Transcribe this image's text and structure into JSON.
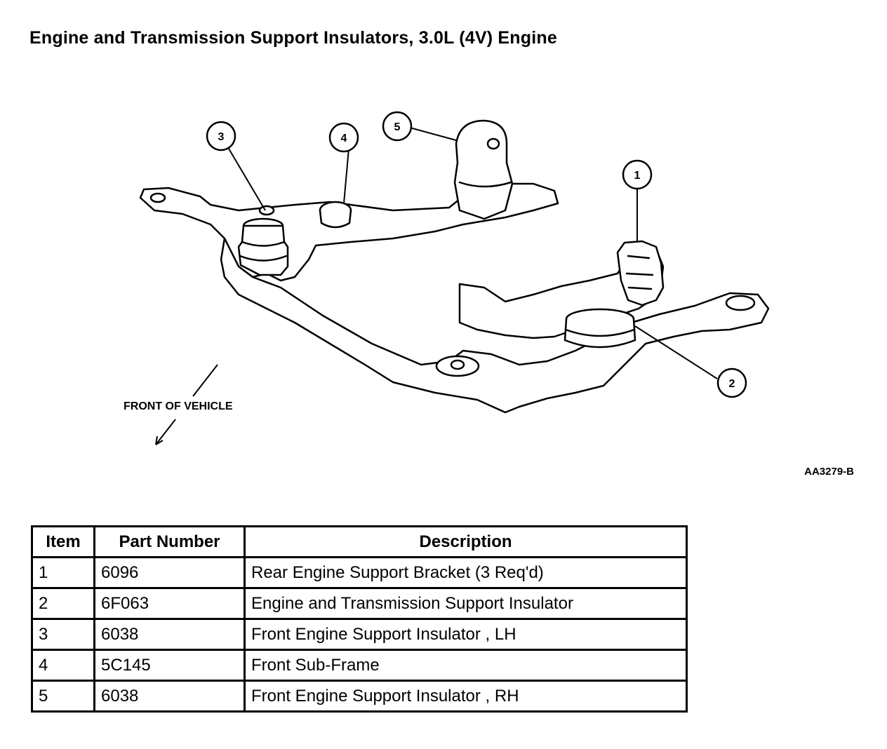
{
  "title": "Engine and Transmission Support Insulators, 3.0L (4V) Engine",
  "diagram": {
    "callouts": [
      {
        "id": "1",
        "label": "1"
      },
      {
        "id": "2",
        "label": "2"
      },
      {
        "id": "3",
        "label": "3"
      },
      {
        "id": "4",
        "label": "4"
      },
      {
        "id": "5",
        "label": "5"
      }
    ],
    "front_label": "FRONT OF VEHICLE",
    "figure_code": "AA3279-B"
  },
  "table": {
    "headers": [
      "Item",
      "Part Number",
      "Description"
    ],
    "rows": [
      {
        "item": "1",
        "part": "6096",
        "desc": "Rear Engine Support Bracket (3 Req'd)"
      },
      {
        "item": "2",
        "part": "6F063",
        "desc": "Engine and Transmission Support Insulator"
      },
      {
        "item": "3",
        "part": "6038",
        "desc": "Front Engine Support Insulator , LH"
      },
      {
        "item": "4",
        "part": "5C145",
        "desc": "Front Sub-Frame"
      },
      {
        "item": "5",
        "part": "6038",
        "desc": "Front Engine Support Insulator , RH"
      }
    ]
  }
}
